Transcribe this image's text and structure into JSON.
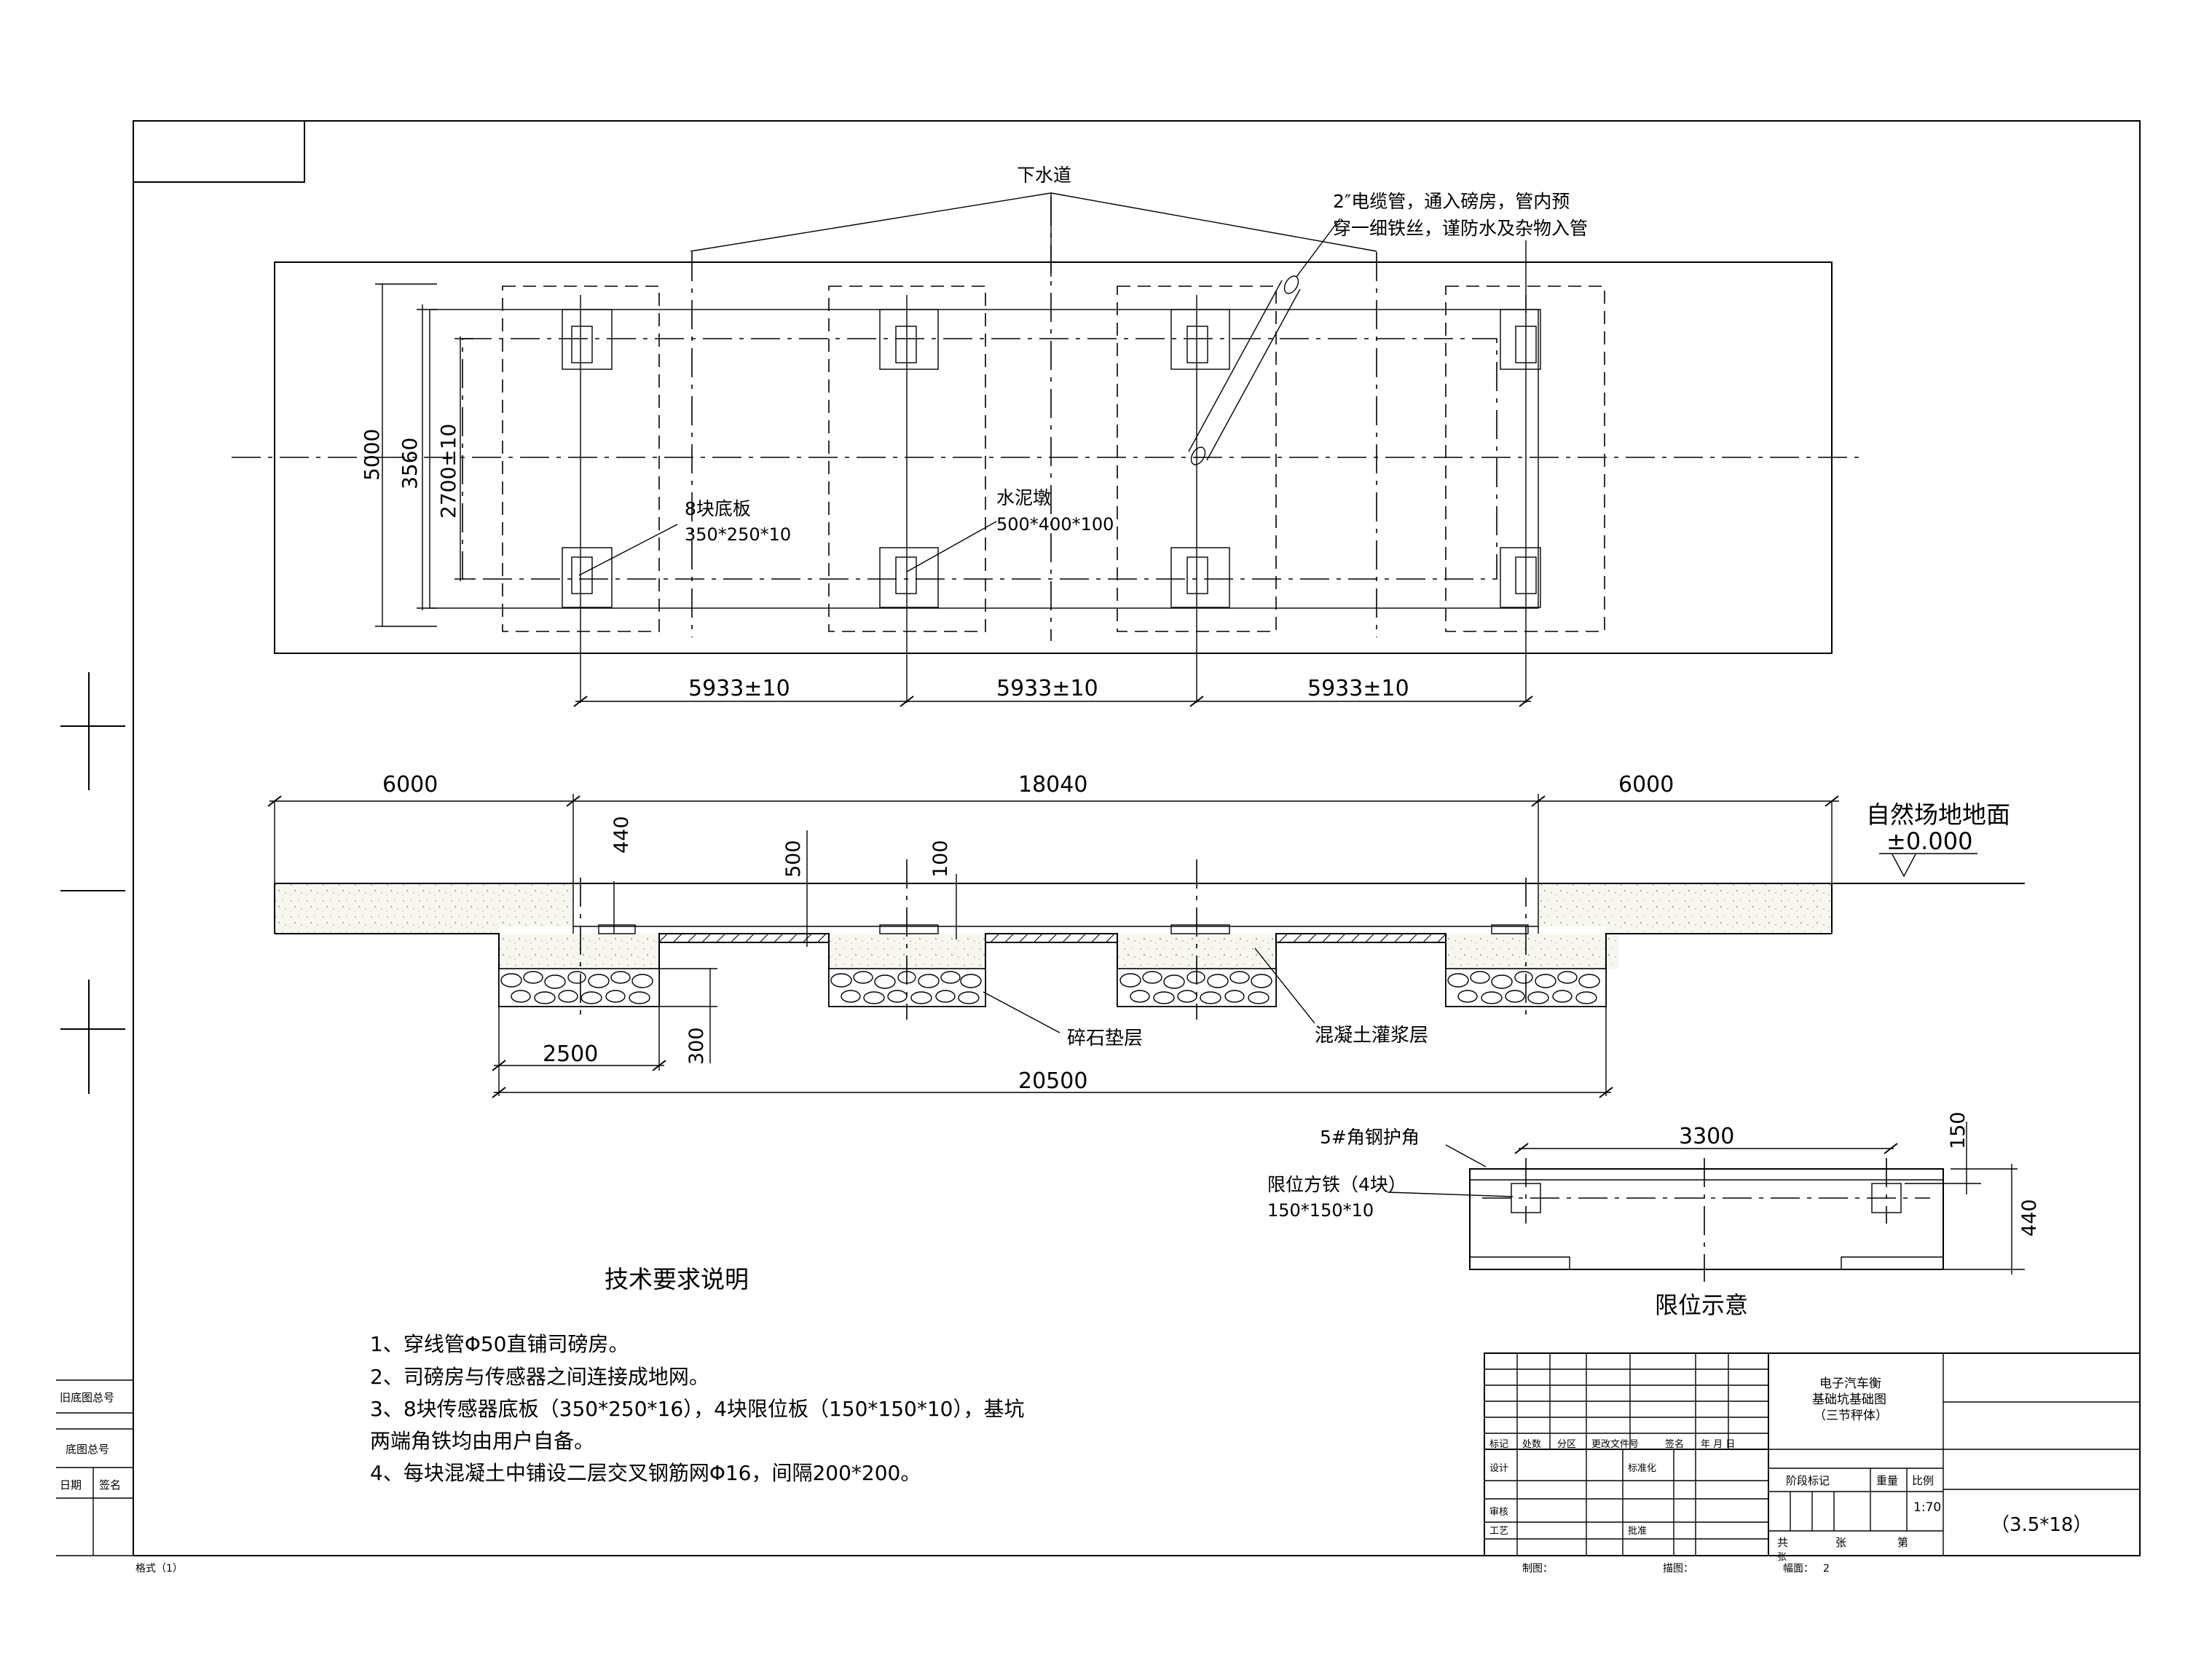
{
  "plan": {
    "label_drain": "下水道",
    "label_cable_line1": "2″电缆管，通入磅房，管内预",
    "label_cable_line2": "穿一细铁丝，谨防水及杂物入管",
    "dim_5000": "5000",
    "dim_3560": "3560",
    "dim_2700": "2700±10",
    "label_base_plate_line1": "8块底板",
    "label_base_plate_line2": "350*250*10",
    "label_pier_line1": "水泥墩",
    "label_pier_line2": "500*400*100",
    "dim_span": [
      "5933±10",
      "5933±10",
      "5933±10"
    ]
  },
  "section": {
    "dim_left": "6000",
    "dim_middle": "18040",
    "dim_right": "6000",
    "ground_label": "自然场地地面",
    "ground_level": "±0.000",
    "dim_440": "440",
    "dim_500": "500",
    "dim_100": "100",
    "dim_300": "300",
    "dim_2500": "2500",
    "dim_20500": "20500",
    "label_gravel": "碎石垫层",
    "label_concrete": "混凝土灌浆层"
  },
  "limit": {
    "label_angle": "5#角钢护角",
    "label_block_line1": "限位方铁（4块）",
    "label_block_line2": "150*150*10",
    "dim_3300": "3300",
    "dim_150": "150",
    "dim_440": "440",
    "title": "限位示意"
  },
  "notes": {
    "title": "技术要求说明",
    "items": [
      "1、穿线管Φ50直铺司磅房。",
      "2、司磅房与传感器之间连接成地网。",
      "3、8块传感器底板（350*250*16），4块限位板（150*150*10），基坑",
      "两端角铁均由用户自备。",
      "4、每块混凝土中铺设二层交叉钢筋网Φ16，间隔200*200。"
    ]
  },
  "side_labels": {
    "old_drawing": "旧底图总号",
    "drawing_no": "底图总号",
    "date": "日期",
    "sign": "签名",
    "format": "格式（1）"
  },
  "title_block": {
    "title_line1": "电子汽车衡",
    "title_line2": "基础坑基础图",
    "title_line3": "（三节秤体）",
    "hdr_mark": "标记",
    "hdr_count": "处数",
    "hdr_zone": "分区",
    "hdr_doc": "更改文件号",
    "hdr_sign": "签名",
    "hdr_date": "年 月 日",
    "row_design": "设计",
    "row_standard": "标准化",
    "row_review": "审核",
    "row_process": "工艺",
    "row_approve": "批准",
    "stage": "阶段标记",
    "weight": "重量",
    "scale_label": "比例",
    "scale": "1:70",
    "model": "（3.5*18）",
    "sheet_total": "共",
    "sheet_unit": "张",
    "sheet_no": "第",
    "sheet_unit2": "张",
    "copy_label": "制图：",
    "trace_label": "描图：",
    "sheet_label": "幅面：",
    "sheet_value": "2"
  }
}
